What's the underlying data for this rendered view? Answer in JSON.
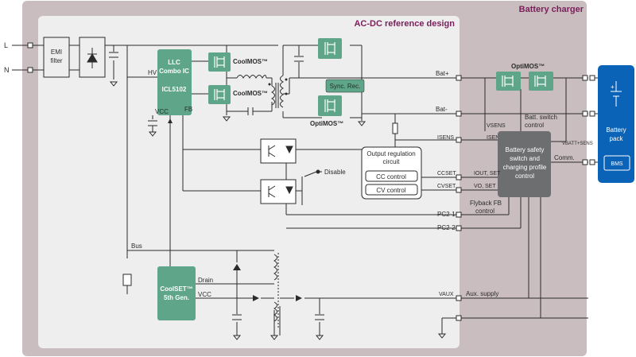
{
  "titles": {
    "outer": "Battery charger",
    "inner": "AC-DC reference design"
  },
  "colors": {
    "outer_bg": "#c9bdbf",
    "inner_bg": "#eeeeef",
    "title": "#7a1f5a",
    "teal": "#5ea58a",
    "control_block": "#6d6e70",
    "battery_pack": "#0b63b8",
    "wire": "#2b2b2b"
  },
  "inputs": {
    "line": "L",
    "neutral": "N"
  },
  "blocks": {
    "emi_filter": [
      "EMI",
      "filter"
    ],
    "llc_combo": [
      "LLC",
      "Combo IC",
      "ICL5102"
    ],
    "sync_rec": "Sync. Rec.",
    "output_regulation": [
      "Output regulation",
      "circuit"
    ],
    "cc_control": "CC control",
    "cv_control": "CV control",
    "coolset": [
      "CoolSET™",
      "5th Gen."
    ],
    "battery_safety": [
      "Battery safety",
      "switch and",
      "charging profile",
      "control"
    ],
    "battery_pack": [
      "Battery",
      "pack"
    ],
    "bms": "BMS"
  },
  "labels": {
    "hv": "HV",
    "vcc": "VCC",
    "fb": "FB",
    "coolmos_top": "CoolMOS™",
    "coolmos_bottom": "CoolMOS™",
    "optimos_bottom": "OptiMOS™",
    "optimos_top": "OptiMOS™",
    "bat_plus": "Bat+",
    "bat_minus": "Bat-",
    "isens": "ISENS",
    "vsens": "VSENS",
    "batt_switch_control": [
      "Batt. switch",
      "control"
    ],
    "vbatt_sens": "VBATT+SENS",
    "comm": "Comm.",
    "disable": "Disable",
    "cc_set": "CCSET",
    "cv_set": "CVSET",
    "iout_set": "IOUT, SET",
    "vo_set": "VO, SET",
    "flyback_fb_control": [
      "Flyback FB",
      "control"
    ],
    "pc2_1": "PC2-1",
    "pc2_2": "PC2-2",
    "bus": "Bus",
    "drain": "Drain",
    "vaux": "VAUX",
    "aux_supply": "Aux. supply"
  }
}
